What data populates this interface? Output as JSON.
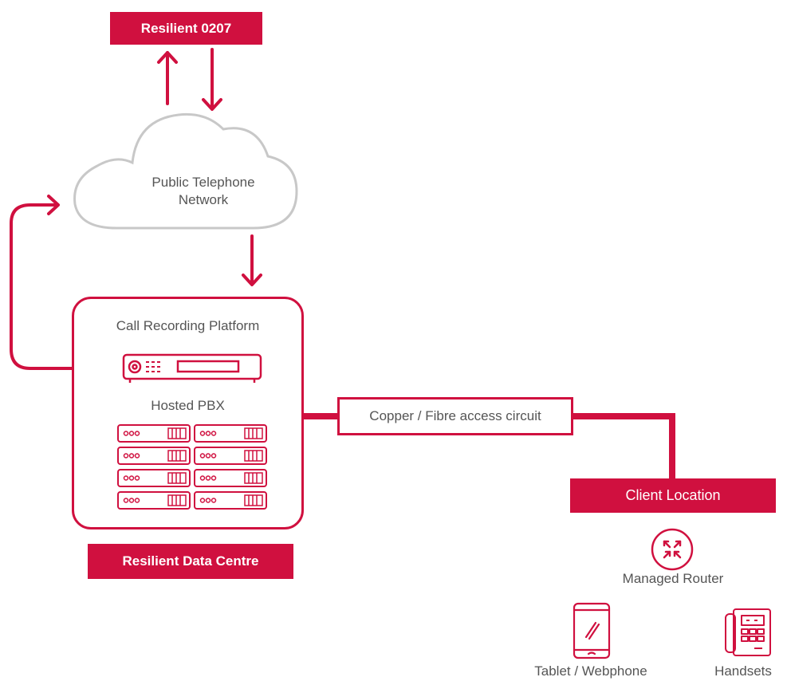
{
  "colors": {
    "accent": "#d0103f",
    "cloud": "#c8c8c8",
    "text": "#555555"
  },
  "top_box": {
    "label": "Resilient 0207"
  },
  "cloud": {
    "line1": "Public Telephone",
    "line2": "Network"
  },
  "data_centre": {
    "call_recording_label": "Call Recording Platform",
    "hosted_pbx_label": "Hosted PBX",
    "caption": "Resilient Data Centre",
    "server_icon": "server-rack-icon",
    "recorder_icon": "recorder-unit-icon"
  },
  "circuit": {
    "label": "Copper / Fibre access circuit"
  },
  "client": {
    "title": "Client Location",
    "router_label": "Managed Router",
    "router_icon": "router-icon",
    "tablet_label": "Tablet / Webphone",
    "tablet_icon": "tablet-icon",
    "handsets_label": "Handsets",
    "handset_icon": "desk-phone-icon"
  }
}
